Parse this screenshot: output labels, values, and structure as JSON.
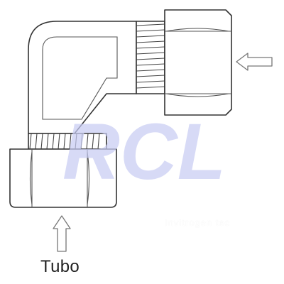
{
  "labels": {
    "tube_side": "Tubo",
    "watermark_logo": "RCL",
    "watermark_subtitle": "Invitrogen tec"
  },
  "icons": {
    "inlet_arrow": "arrow-left-icon",
    "tube_arrow": "arrow-up-icon"
  },
  "colors": {
    "line": "#333333",
    "watermark": "#c8ccf2",
    "arrow": "#777777"
  }
}
